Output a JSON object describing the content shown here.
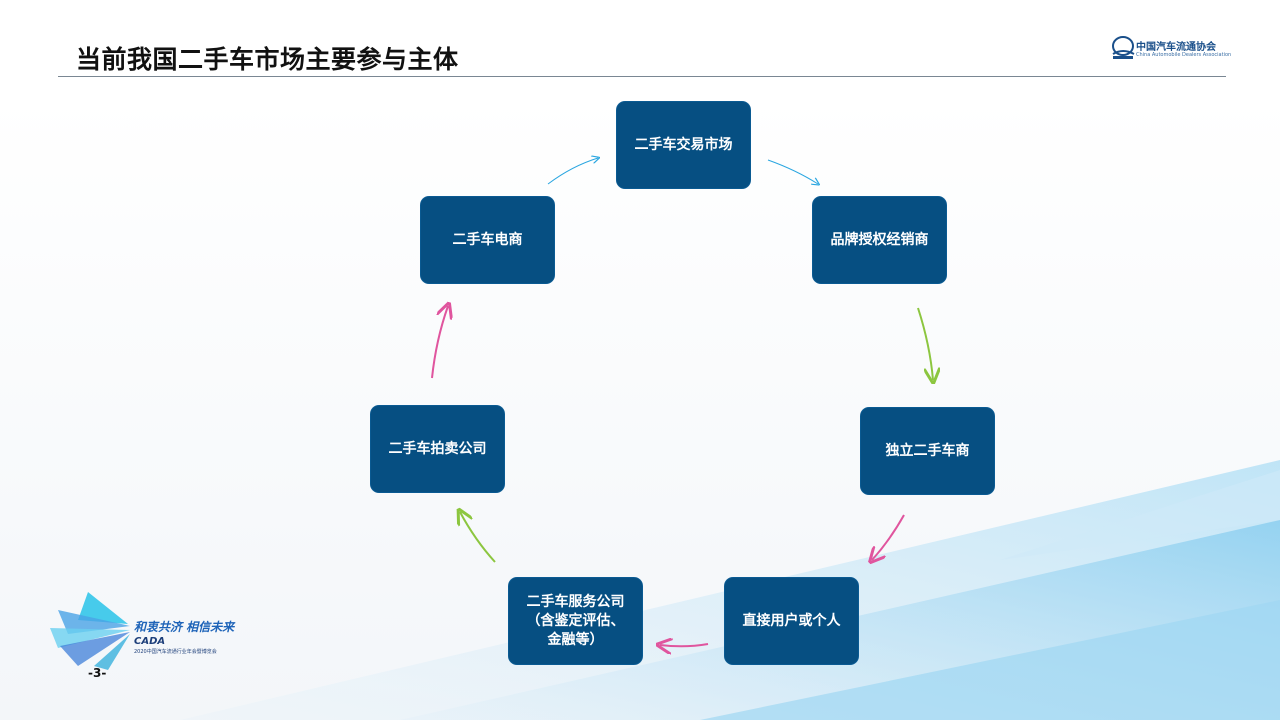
{
  "slide": {
    "title": "当前我国二手车市场主要参与主体",
    "page_number": "-3-"
  },
  "org_logo": {
    "name": "中国汽车流通协会",
    "sub": "China Automobile Dealers Association"
  },
  "event_logo": {
    "slogan": "和衷共济 相信未来",
    "brand": "CADA",
    "expo": "2020中国汽车流通行业年会暨博览会"
  },
  "nodes": [
    {
      "id": "market",
      "label": "二手车交易市场"
    },
    {
      "id": "dealer",
      "label": "品牌授权经销商"
    },
    {
      "id": "independent",
      "label": "独立二手车商"
    },
    {
      "id": "user",
      "label": "直接用户或个人"
    },
    {
      "id": "service",
      "label": "二手车服务公司\n（含鉴定评估、\n金融等）"
    },
    {
      "id": "auction",
      "label": "二手车拍卖公司"
    },
    {
      "id": "ecommerce",
      "label": "二手车电商"
    }
  ],
  "colors": {
    "node_fill": "#064f82",
    "arrow_blue": "#2aa6e0",
    "arrow_green": "#8cc63f",
    "arrow_pink": "#e0559e"
  }
}
